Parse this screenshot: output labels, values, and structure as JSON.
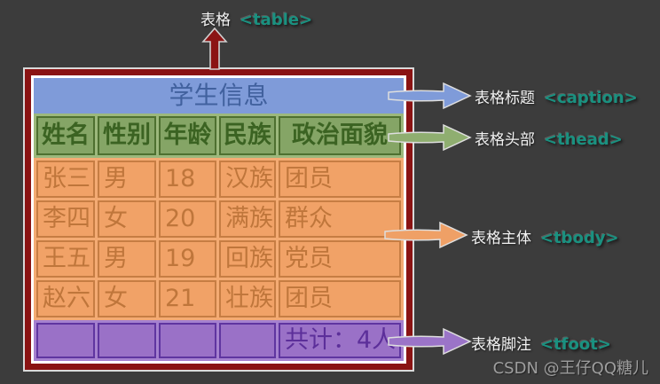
{
  "annotations": {
    "table": {
      "label": "表格",
      "tag": "<table>"
    },
    "caption": {
      "label": "表格标题",
      "tag": "<caption>"
    },
    "thead": {
      "label": "表格头部",
      "tag": "<thead>"
    },
    "tbody": {
      "label": "表格主体",
      "tag": "<tbody>"
    },
    "tfoot": {
      "label": "表格脚注",
      "tag": "<tfoot>"
    }
  },
  "table": {
    "caption": "学生信息",
    "headers": [
      "姓名",
      "性别",
      "年龄",
      "民族",
      "政治面貌"
    ],
    "rows": [
      [
        "张三",
        "男",
        "18",
        "汉族",
        "团员"
      ],
      [
        "李四",
        "女",
        "20",
        "满族",
        "群众"
      ],
      [
        "王五",
        "男",
        "19",
        "回族",
        "党员"
      ],
      [
        "赵六",
        "女",
        "21",
        "壮族",
        "团员"
      ]
    ],
    "footer": [
      "",
      "",
      "",
      "",
      "共计：4人"
    ]
  },
  "watermark": "CSDN @王仔QQ糖儿",
  "colors": {
    "background": "#3c3c3c",
    "table_border_red": "#8a1313",
    "caption_blue_bg": "#7f9bd9",
    "caption_text": "#41619e",
    "head_cell_green": "#85a566",
    "head_border_green": "#4e7030",
    "body_cell_orange": "#f1a267",
    "body_border_orange": "#c67d43",
    "foot_cell_purple": "#9a71c7",
    "foot_border_purple": "#5f35a0",
    "tag_teal": "#1a9180",
    "arrow_red": "#8b1414",
    "arrow_blue": "#7f9bd9",
    "arrow_green": "#8fae70",
    "arrow_orange": "#efa066",
    "arrow_purple": "#9b74c8"
  }
}
